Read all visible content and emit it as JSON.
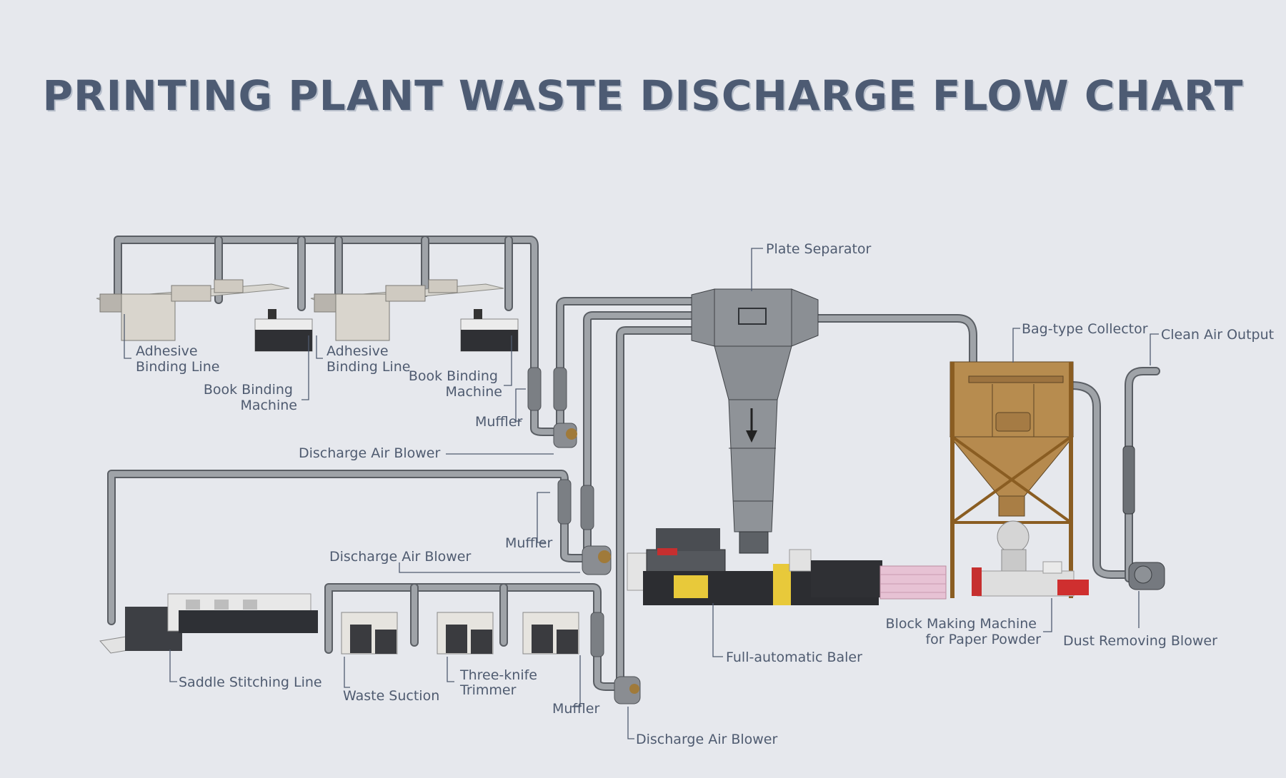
{
  "title": "PRINTING PLANT WASTE DISCHARGE FLOW CHART",
  "labels": {
    "adhesive_binding_line_1": [
      "Adhesive",
      "Binding Line"
    ],
    "adhesive_binding_line_2": [
      "Adhesive",
      "Binding Line"
    ],
    "book_binding_machine_1": [
      "Book Binding",
      "Machine"
    ],
    "book_binding_machine_2": [
      "Book Binding",
      "Machine"
    ],
    "muffler_1": "Muffler",
    "muffler_2": "Muffler",
    "muffler_3": "Muffler",
    "discharge_air_blower_1": "Discharge Air Blower",
    "discharge_air_blower_2": "Discharge Air Blower",
    "discharge_air_blower_3": "Discharge Air Blower",
    "plate_separator": "Plate Separator",
    "bag_type_collector": "Bag-type Collector",
    "clean_air_output": "Clean Air Output",
    "block_making_machine": [
      "Block Making Machine",
      "for Paper Powder"
    ],
    "dust_removing_blower": "Dust Removing Blower",
    "full_automatic_baler": "Full-automatic Baler",
    "saddle_stitching_line": "Saddle Stitching Line",
    "waste_suction": "Waste Suction",
    "three_knife_trimmer": [
      "Three-knife",
      "Trimmer"
    ]
  }
}
